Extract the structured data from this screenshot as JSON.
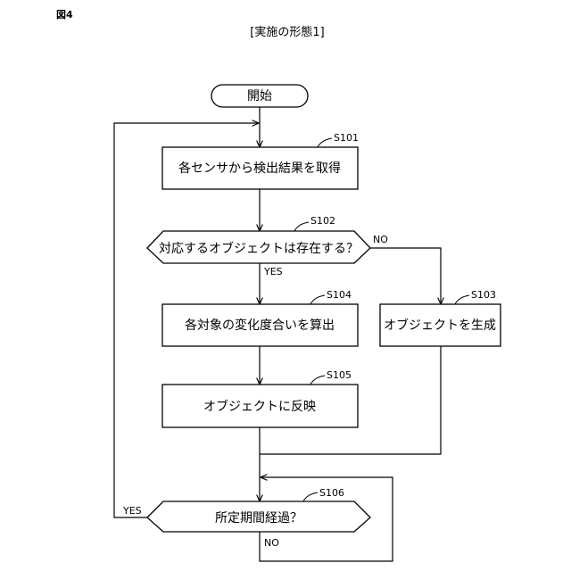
{
  "figure_label": "図4",
  "title": "[実施の形態1]",
  "nodes": {
    "start": {
      "text": "開始"
    },
    "s101": {
      "step": "S101",
      "text": "各センサから検出結果を取得"
    },
    "s102": {
      "step": "S102",
      "text": "対応するオブジェクトは存在する？"
    },
    "s103": {
      "step": "S103",
      "text": "オブジェクトを生成"
    },
    "s104": {
      "step": "S104",
      "text": "各対象の変化度合いを算出"
    },
    "s105": {
      "step": "S105",
      "text": "オブジェクトに反映"
    },
    "s106": {
      "step": "S106",
      "text": "所定期間経過？"
    }
  },
  "branches": {
    "s102_yes": "YES",
    "s102_no": "NO",
    "s106_yes": "YES",
    "s106_no": "NO"
  }
}
